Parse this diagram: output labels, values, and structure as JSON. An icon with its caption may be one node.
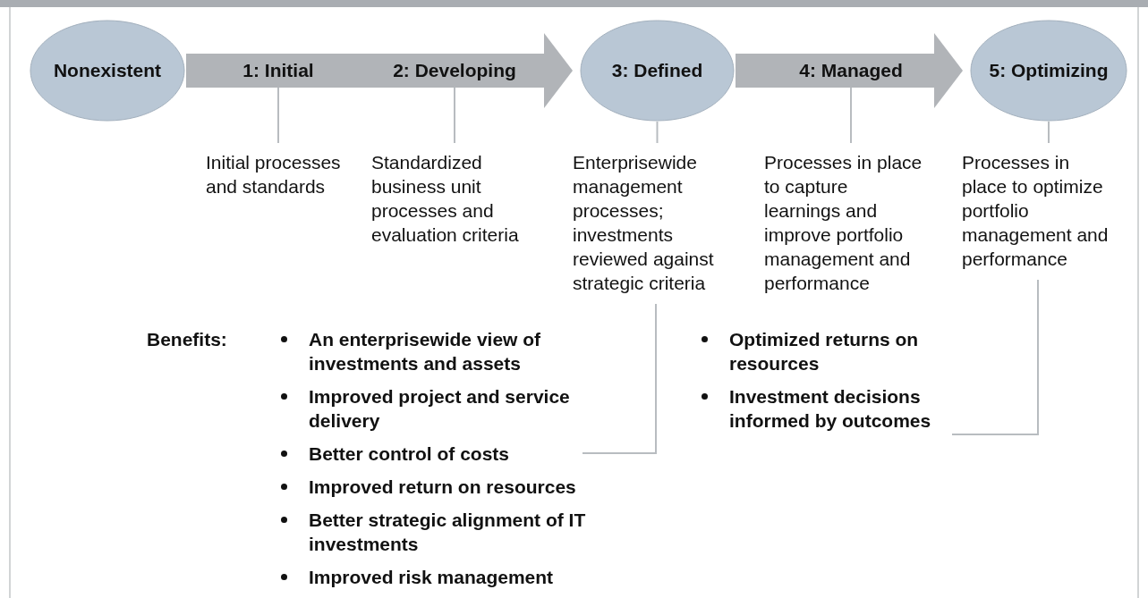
{
  "diagram": {
    "nodes": [
      {
        "text": [
          "Nonexistent"
        ]
      },
      {
        "text": [
          "1: Initial"
        ]
      },
      {
        "text": [
          "2: Developing"
        ]
      },
      {
        "text": [
          "3: Defined"
        ]
      },
      {
        "text": [
          "4: Managed"
        ]
      },
      {
        "text": [
          "5: Optimizing"
        ]
      },
      {
        "text": [
          "Initial processes and standards"
        ]
      },
      {
        "text": [
          "Standardized business unit processes and evaluation criteria"
        ]
      },
      {
        "text": [
          "Enterprisewide management processes; investments reviewed against strategic criteria"
        ]
      },
      {
        "text": [
          "Processes in place to capture learnings and improve portfolio management and performance"
        ]
      },
      {
        "text": [
          "Processes in place to optimize portfolio management and performance"
        ]
      },
      {
        "text": [
          "An enterprisewide view of investments and assets",
          "Improved project and service delivery",
          "Better control of costs",
          "Improved return on resources",
          "Better strategic alignment of IT investments",
          "Improved risk management"
        ]
      },
      {
        "text": [
          "Optimized returns on resources",
          "Investment decisions informed by outcomes"
        ]
      }
    ],
    "edges": [
      {
        "from": 0,
        "to": 3,
        "arrow": "to",
        "style": "thick"
      },
      {
        "from": 3,
        "to": 5,
        "arrow": "to",
        "style": "thick"
      },
      {
        "from": 1,
        "to": 6,
        "arrow": "none"
      },
      {
        "from": 2,
        "to": 7,
        "arrow": "none"
      },
      {
        "from": 3,
        "to": 8,
        "arrow": "none"
      },
      {
        "from": 4,
        "to": 9,
        "arrow": "none"
      },
      {
        "from": 5,
        "to": 10,
        "arrow": "none"
      },
      {
        "from": 8,
        "to": 11,
        "arrow": "none"
      },
      {
        "from": 10,
        "to": 12,
        "arrow": "none"
      }
    ],
    "labels": [
      "Benefits:"
    ]
  }
}
